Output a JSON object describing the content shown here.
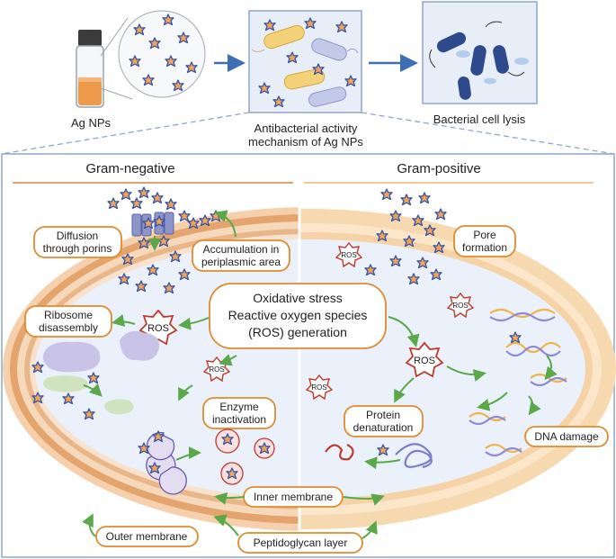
{
  "top": {
    "vial_label": "Ag NPs",
    "mechanism_label_line1": "Antibacterial activity",
    "mechanism_label_line2": "mechanism of Ag NPs",
    "lysis_label": "Bacterial cell lysis"
  },
  "headers": {
    "gram_negative": "Gram-negative",
    "gram_positive": "Gram-positive"
  },
  "center": {
    "line1": "Oxidative stress",
    "line2": "Reactive oxygen species",
    "line3": "(ROS) generation"
  },
  "labels": {
    "diffusion_line1": "Diffusion",
    "diffusion_line2": "through porins",
    "accumulation_line1": "Accumulation in",
    "accumulation_line2": "periplasmic area",
    "ribosome_line1": "Ribosome",
    "ribosome_line2": "disassembly",
    "enzyme_line1": "Enzyme",
    "enzyme_line2": "inactivation",
    "pore_line1": "Pore",
    "pore_line2": "formation",
    "protein_line1": "Protein",
    "protein_line2": "denaturation",
    "dna_damage": "DNA damage",
    "inner_membrane": "Inner membrane",
    "outer_membrane": "Outer membrane",
    "peptidoglycan": "Peptidoglycan layer"
  },
  "ros": {
    "big_left": "ROS",
    "big_right": "ROS",
    "small": "ROS"
  },
  "colors": {
    "frame_blue": "#8fa6c9",
    "arrow_blue": "#3d6db3",
    "label_border": "#e08a2e",
    "arrow_green": "#5aa84a",
    "outer_membrane": "#f0c89a",
    "peptidoglycan": "#e3a46d",
    "cytoplasm": "#eaf1fa",
    "particle_fill": "#f2a35a",
    "particle_outline": "#3a55a3",
    "ros_red": "#c0392b"
  },
  "icons": {
    "vial": "vial-icon",
    "nanoparticle": "nanoparticle-icon",
    "bacterium": "bacterium-icon",
    "ros_burst": "ros-burst-icon",
    "ribosome": "ribosome-icon",
    "enzyme": "enzyme-icon",
    "dna": "dna-icon",
    "protein": "protein-icon",
    "porin": "porin-icon"
  }
}
